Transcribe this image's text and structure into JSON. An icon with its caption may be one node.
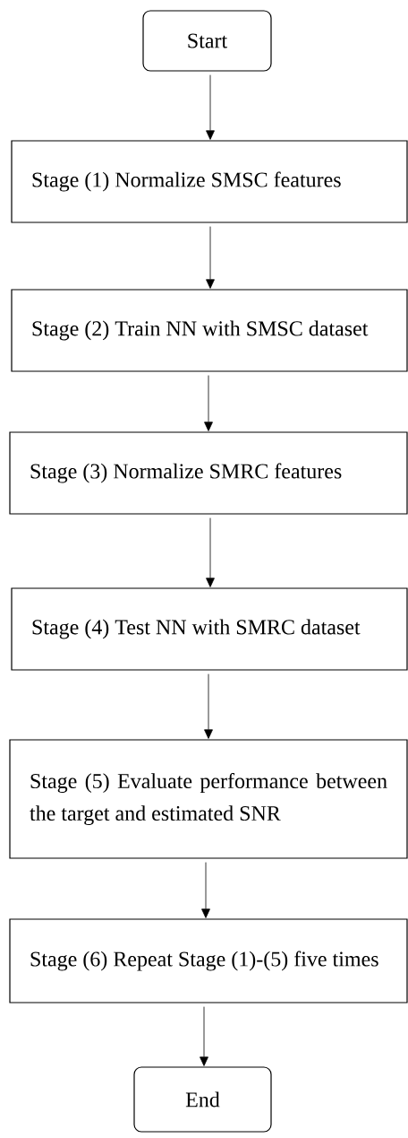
{
  "diagram": {
    "nodes": [
      {
        "text": [
          "Start"
        ]
      },
      {
        "text": [
          "Stage (1) Normalize SMSC features"
        ]
      },
      {
        "text": [
          "Stage (2) Train NN with SMSC dataset"
        ]
      },
      {
        "text": [
          "Stage (3) Normalize SMRC features"
        ]
      },
      {
        "text": [
          "Stage (4) Test NN with SMRC dataset"
        ]
      },
      {
        "text": [
          "Stage (5) Evaluate performance between the target and estimated SNR"
        ]
      },
      {
        "text": [
          "Stage (6) Repeat Stage (1)-(5) five times"
        ]
      },
      {
        "text": [
          "End"
        ]
      }
    ],
    "edges": [
      {
        "from": 0,
        "to": 1,
        "arrow": "to"
      },
      {
        "from": 1,
        "to": 2,
        "arrow": "to"
      },
      {
        "from": 2,
        "to": 3,
        "arrow": "to"
      },
      {
        "from": 3,
        "to": 4,
        "arrow": "to"
      },
      {
        "from": 4,
        "to": 5,
        "arrow": "to"
      },
      {
        "from": 5,
        "to": 6,
        "arrow": "to"
      },
      {
        "from": 6,
        "to": 7,
        "arrow": "to"
      }
    ]
  }
}
